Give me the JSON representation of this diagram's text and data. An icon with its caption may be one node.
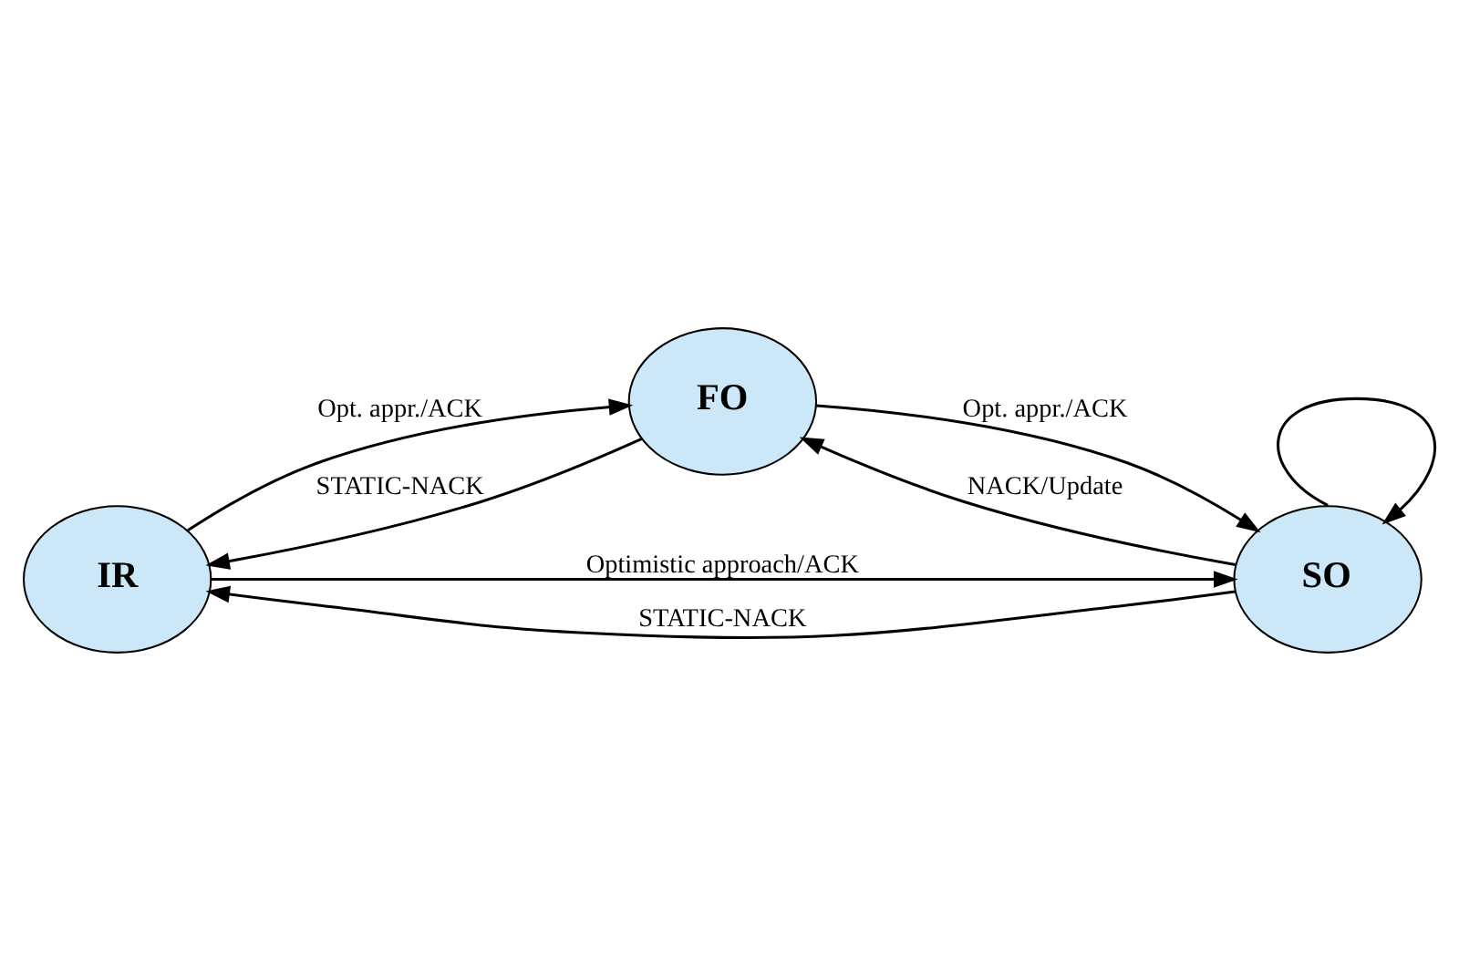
{
  "diagram": {
    "nodes": [
      {
        "text": [
          "IR"
        ]
      },
      {
        "text": [
          "FO"
        ]
      },
      {
        "text": [
          "SO"
        ]
      }
    ],
    "edges": [
      {
        "from": 0,
        "to": 2,
        "arrow": "to",
        "label": "Optimistic approach/ACK"
      },
      {
        "from": 0,
        "to": 1,
        "arrow": "to",
        "label": "Opt. appr./ACK"
      },
      {
        "from": 1,
        "to": 2,
        "arrow": "to",
        "label": "Opt. appr./ACK"
      },
      {
        "from": 2,
        "to": 2,
        "arrow": "to"
      },
      {
        "from": 1,
        "to": 0,
        "arrow": "to",
        "label": "STATIC-NACK"
      },
      {
        "from": 2,
        "to": 1,
        "arrow": "to",
        "label": "NACK/Update"
      },
      {
        "from": 2,
        "to": 0,
        "arrow": "to",
        "label": "STATIC-NACK"
      }
    ]
  }
}
